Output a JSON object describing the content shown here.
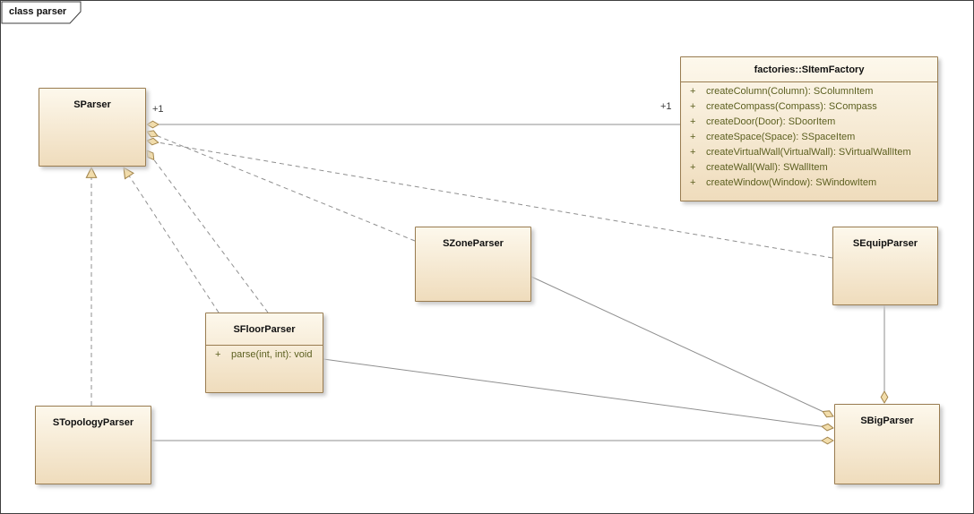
{
  "frame": {
    "label": "class parser"
  },
  "colors": {
    "frame_border": "#3f3f3f",
    "box_border": "#997c50",
    "box_fill_top": "#fdf8ec",
    "box_fill_bottom": "#efdcbc",
    "connector": "#8f8f8f",
    "marker_fill": "#f2ddab",
    "marker_stroke": "#a3864d",
    "method_text": "#5b5f1f",
    "title_text": "#111111",
    "label_text": "#3c3c3c"
  },
  "classes": {
    "sparser": {
      "name": "SParser",
      "methods": []
    },
    "sitemfactory": {
      "name": "factories::SItemFactory",
      "methods": [
        "createColumn(Column): SColumnItem",
        "createCompass(Compass): SCompass",
        "createDoor(Door): SDoorItem",
        "createSpace(Space): SSpaceItem",
        "createVirtualWall(VirtualWall): SVirtualWallItem",
        "createWall(Wall): SWallItem",
        "createWindow(Window): SWindowItem"
      ]
    },
    "szoneparser": {
      "name": "SZoneParser",
      "methods": []
    },
    "sequipparser": {
      "name": "SEquipParser",
      "methods": []
    },
    "sfloorparser": {
      "name": "SFloorParser",
      "methods": [
        "parse(int, int): void"
      ]
    },
    "stopologyparser": {
      "name": "STopologyParser",
      "methods": []
    },
    "sbigparser": {
      "name": "SBigParser",
      "methods": []
    }
  },
  "labels": {
    "visibility_prefix": "+",
    "multiplicity_left": "+1",
    "multiplicity_right": "+1"
  }
}
